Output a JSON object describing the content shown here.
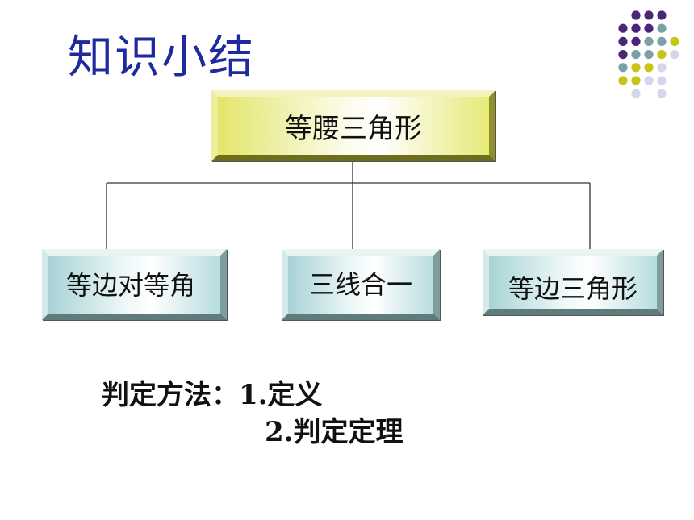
{
  "slide": {
    "title": "知识小结"
  },
  "diagram": {
    "root": {
      "label": "等腰三角形"
    },
    "children": [
      {
        "label": "等边对等角"
      },
      {
        "label": "三线合一"
      },
      {
        "label": "等边三角形"
      }
    ]
  },
  "methods": {
    "prefix": "判定方法：",
    "item1": "1.定义",
    "item2": "2.判定定理"
  },
  "colors": {
    "title": "#1f2a9c",
    "dot_purple": "#4b2577",
    "dot_teal": "#7aa2a4",
    "dot_yellow": "#c6c617",
    "dot_lavender": "#d6d6ea",
    "root_fill": "#e3e56a",
    "child_fill": "#a8d3d6"
  }
}
